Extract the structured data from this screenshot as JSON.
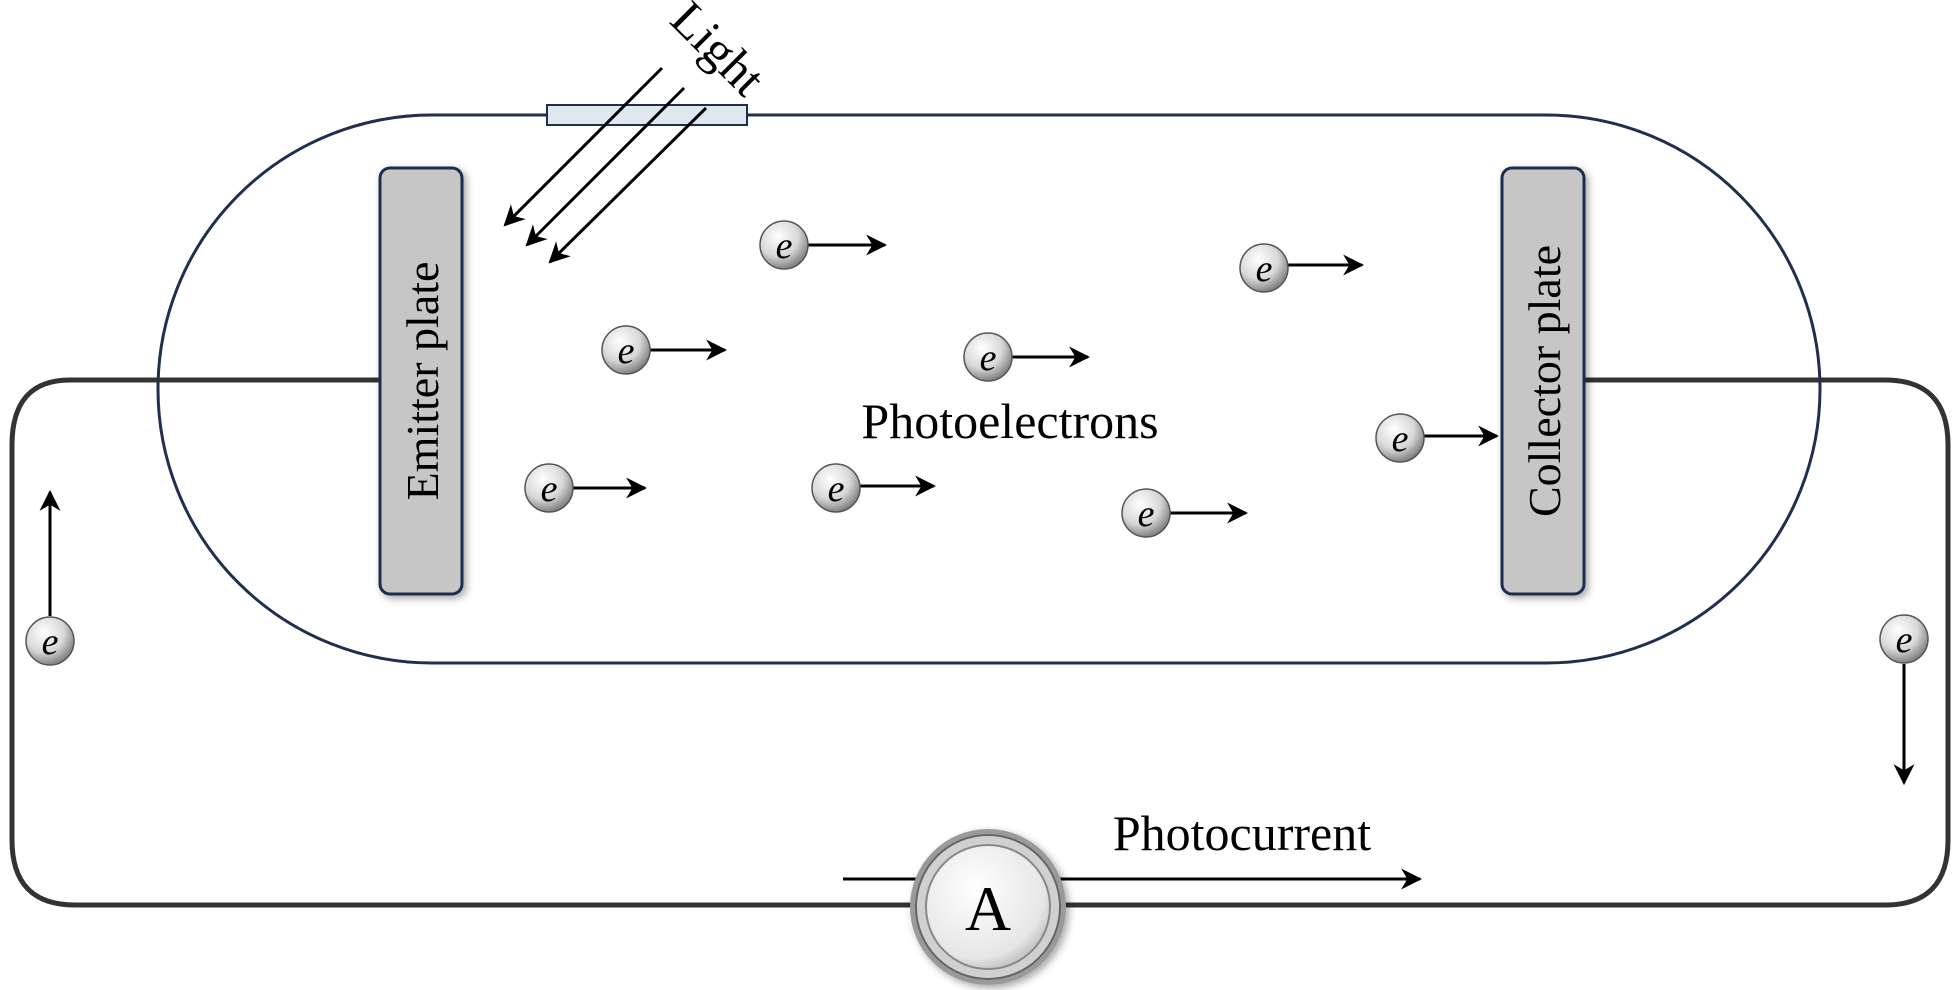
{
  "labels": {
    "light": "Light",
    "emitter_plate": "Emitter plate",
    "collector_plate": "Collector plate",
    "photoelectrons": "Photoelectrons",
    "photocurrent": "Photocurrent",
    "ammeter": "A",
    "electron": "e"
  },
  "colors": {
    "tube_outline": "#1f2f4f",
    "plate_fill": "#c6c6c6",
    "wire": "#333333",
    "window_fill": "#dfe8ee"
  }
}
